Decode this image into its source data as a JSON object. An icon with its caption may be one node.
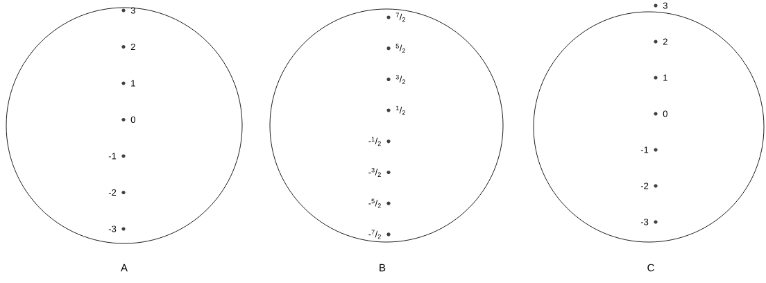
{
  "diagram": {
    "nodes": [
      {
        "text": [
          "3",
          "2",
          "1",
          "0",
          "-1",
          "-2",
          "-3"
        ],
        "beside": [
          "A"
        ]
      },
      {
        "text": [
          "$^{7}$/$_{2}$",
          "$^{5}$/$_{2}$",
          "$^{3}$/$_{2}$",
          "$^{1}$/$_{2}$",
          "-$^{1}$/$_{2}$",
          "-$^{3}$/$_{2}$",
          "-$^{5}$/$_{2}$",
          "-$^{7}$/$_{2}$"
        ],
        "beside": [
          "B"
        ]
      },
      {
        "text": [
          "3",
          "2",
          "1",
          "0",
          "-1",
          "-2",
          "-3"
        ],
        "beside": [
          "C"
        ]
      }
    ]
  }
}
